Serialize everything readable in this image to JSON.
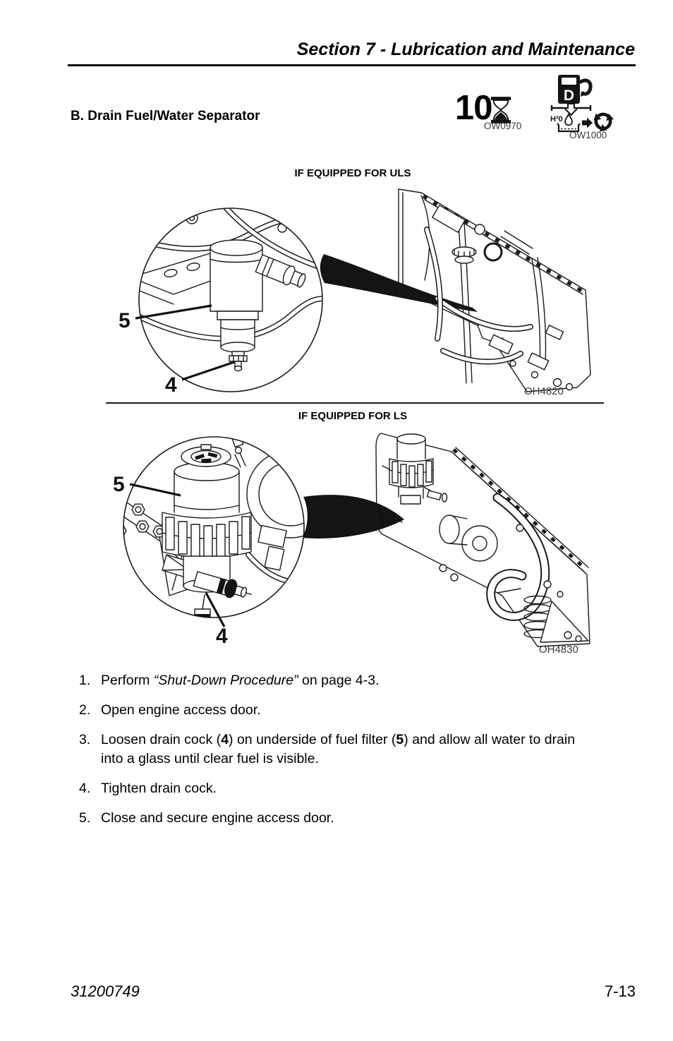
{
  "header": {
    "title": "Section 7 - Lubrication and Maintenance"
  },
  "section": {
    "heading": "B. Drain Fuel/Water Separator"
  },
  "interval": {
    "value": "10",
    "icon": "hourglass-icon",
    "code": "OW0970"
  },
  "drain_symbol": {
    "icons": [
      "fuel-pump-icon",
      "down-arrow-icon",
      "water-drop-icon",
      "container-icon",
      "arrow-right-icon",
      "recycle-icon"
    ],
    "fuel_type_label": "D",
    "water_label": "H²0",
    "code": "OW1000"
  },
  "figures": [
    {
      "caption": "IF EQUIPPED FOR ULS",
      "code": "OH4820",
      "callout_filter": "5",
      "callout_drain": "4"
    },
    {
      "caption": "IF EQUIPPED FOR LS",
      "code": "OH4830",
      "callout_filter": "5",
      "callout_drain": "4"
    }
  ],
  "steps": [
    {
      "num": "1.",
      "segments": [
        {
          "t": "Perform "
        },
        {
          "t": "“Shut-Down Procedure”",
          "style": "italic"
        },
        {
          "t": " on page 4-3."
        }
      ]
    },
    {
      "num": "2.",
      "segments": [
        {
          "t": "Open engine access door."
        }
      ]
    },
    {
      "num": "3.",
      "segments": [
        {
          "t": "Loosen drain cock ("
        },
        {
          "t": "4",
          "style": "bold"
        },
        {
          "t": ") on underside of fuel filter ("
        },
        {
          "t": "5",
          "style": "bold"
        },
        {
          "t": ") and allow all water to drain "
        },
        {
          "t": "into a glass until clear fuel is visible."
        }
      ]
    },
    {
      "num": "4.",
      "segments": [
        {
          "t": "Tighten drain cock."
        }
      ]
    },
    {
      "num": "5.",
      "segments": [
        {
          "t": "Close and secure engine access door."
        }
      ]
    }
  ],
  "footer": {
    "doc_number": "31200749",
    "page_number": "7-13"
  }
}
